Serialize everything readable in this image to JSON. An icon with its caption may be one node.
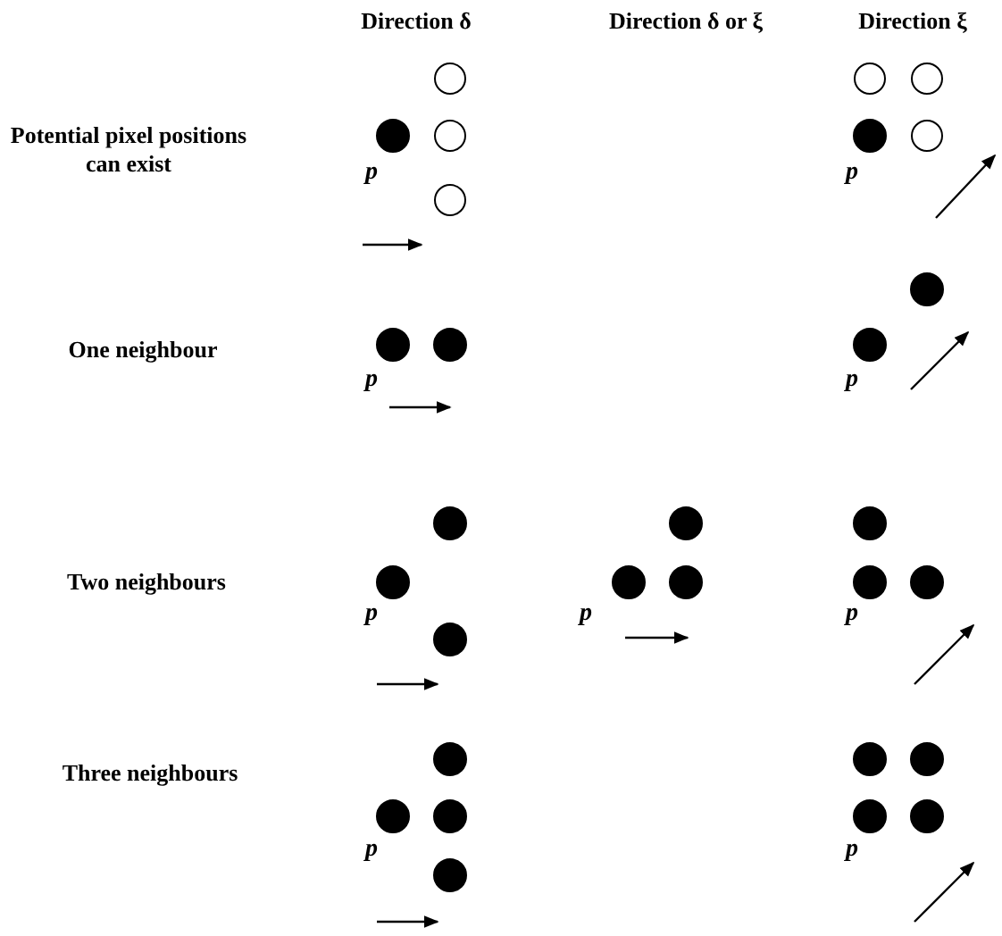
{
  "diagram": {
    "labels": [
      "Direction δ",
      "Direction δ or ξ",
      "Direction ξ",
      "Potential pixel positions can exist",
      "p",
      "p",
      "One neighbour",
      "p",
      "p",
      "Two neighbours",
      "p",
      "p",
      "p",
      "Three neighbours",
      "p",
      "p"
    ]
  }
}
